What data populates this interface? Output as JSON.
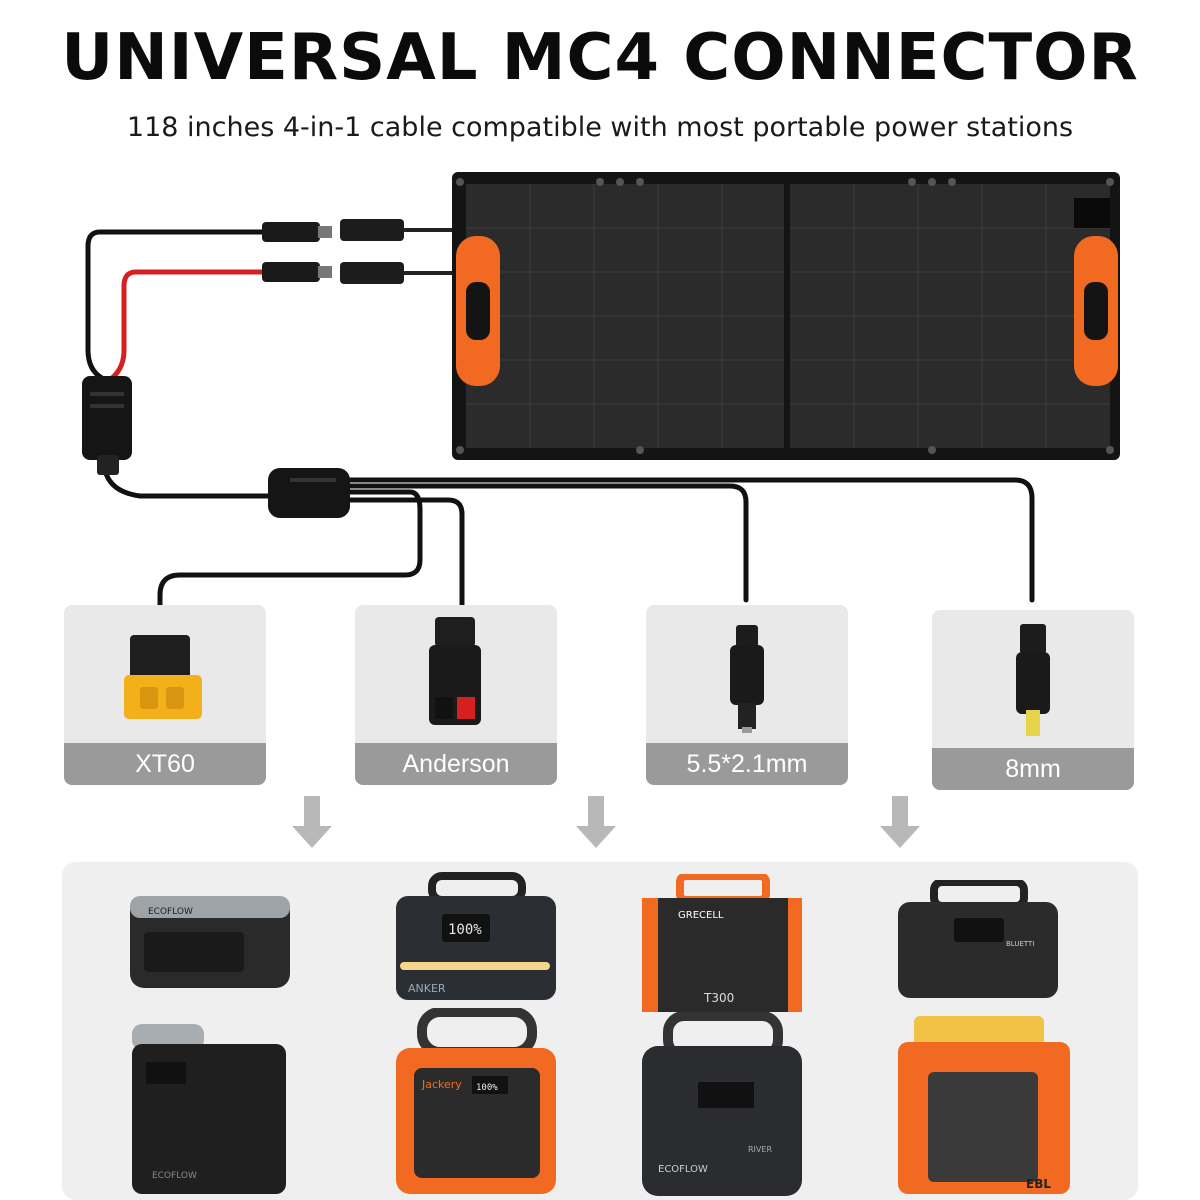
{
  "header": {
    "title": "UNIVERSAL MC4 CONNECTOR",
    "subtitle": "118 inches 4-in-1 cable compatible with most portable power stations"
  },
  "connectors": [
    {
      "label": "XT60",
      "icon": "xt60-connector-icon"
    },
    {
      "label": "Anderson",
      "icon": "anderson-connector-icon"
    },
    {
      "label": "5.5*2.1mm",
      "icon": "dc5521-plug-icon"
    },
    {
      "label": "8mm",
      "icon": "dc8mm-plug-icon"
    }
  ],
  "colors": {
    "panel_accent": "#f26a21",
    "cable_red": "#d42020",
    "cable_black": "#111111",
    "card_bg": "#e9e9e9",
    "label_bg": "#9a9a9a",
    "arrow": "#b8b8b8",
    "xt60_yellow": "#f2b11b"
  },
  "stations": [
    {
      "brand": "ECOFLOW"
    },
    {
      "brand": "ANKER",
      "display": "100%"
    },
    {
      "brand": "GRECELL",
      "model": "T300"
    },
    {
      "brand": "BLUETTI"
    },
    {
      "brand": "ECOFLOW"
    },
    {
      "brand": "Jackery",
      "display": "100%"
    },
    {
      "brand": "ECOFLOW",
      "model": "RIVER"
    },
    {
      "brand": "EBL"
    }
  ]
}
